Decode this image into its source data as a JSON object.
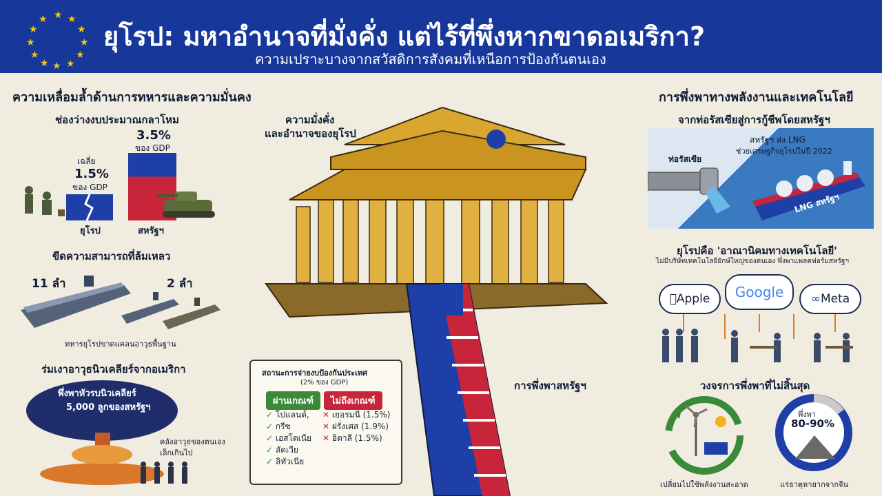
{
  "header": {
    "title": "ยุโรป: มหาอำนาจที่มั่งคั่ง แต่ไร้ที่พึ่งหากขาดอเมริกา?",
    "subtitle": "ความเปราะบางจากสวัสดิการสังคมที่เหนือการป้องกันตนเอง"
  },
  "left": {
    "section_title": "ความเหลื่อมล้ำด้านการทหารและความมั่นคง",
    "budget": {
      "title": "ช่องว่างงบประมาณกลาโหม",
      "europe_prefix": "เฉลี่ย",
      "europe_value": "1.5%",
      "europe_unit": "ของ GDP",
      "us_value": "3.5%",
      "us_unit": "ของ GDP",
      "europe_label": "ยุโรป",
      "us_label": "สหรัฐฯ"
    },
    "capability": {
      "title": "ขีดความสามารถที่ล้มเหลว",
      "us_count": "11 ลำ",
      "eu_count": "2 ลำ",
      "caption": "ทหารยุโรปขาดแคลนอาวุธพื้นฐาน"
    },
    "nuclear": {
      "title": "ร่มเงาอาวุธนิวเคลียร์จากอเมริกา",
      "cloud_text_1": "พึ่งพาหัวรบนิวเคลียร์",
      "cloud_text_2": "5,000 ลูกของสหรัฐฯ",
      "note_1": "คลังอาวุธของตนเอง",
      "note_2": "เล็กเกินไป"
    }
  },
  "center": {
    "wealth_1": "ความมั่งคั่ง",
    "wealth_2": "และอำนาจของยุโรป",
    "dependence": "การพึ่งพาสหรัฐฯ",
    "scroll": {
      "title": "สถานะการจ่ายงบป้องกันประเทศ",
      "subtitle": "(2% ของ GDP)",
      "pass_label": "ผ่านเกณฑ์",
      "fail_label": "ไม่ถึงเกณฑ์",
      "pass": [
        "โปแลนด์,",
        "กรีซ",
        "เอสโตเนีย",
        "ลัตเวีย",
        "ลิทัวเนีย"
      ],
      "fail": [
        "เยอรมนี (1.5%)",
        "ฝรั่งเศส (1.9%)",
        "อิตาลี (1.5%)"
      ]
    }
  },
  "right": {
    "section_title": "การพึ่งพาทางพลังงานและเทคโนโลยี",
    "energy": {
      "title": "จากท่อรัสเซียสู่การกู้ชีพโดยสหรัฐฯ",
      "pipe_label": "ท่อรัสเซีย",
      "lng_1": "สหรัฐฯ ส่ง LNG",
      "lng_2": "ช่วยเศรษฐกิจยุโรปในปี 2022",
      "ship_label": "LNG สหรัฐฯ"
    },
    "tech": {
      "title": "ยุโรปคือ 'อาณานิคมทางเทคโนโลยี'",
      "subtitle": "ไม่มีบริษัทเทคโนโลยียักษ์ใหญ่ของตนเอง พึ่งพาแพลตฟอร์มสหรัฐฯ",
      "apple": "Apple",
      "google": "Google",
      "meta": "Meta"
    },
    "cycle": {
      "title": "วงจรการพึ่งพาที่ไม่สิ้นสุด",
      "donut_1": "พึ่งพา",
      "donut_2": "80-90%",
      "left_caption": "เปลี่ยนไปใช้พลังงานสะอาด",
      "right_caption": "แร่ธาตุหายากจากจีน"
    }
  },
  "colors": {
    "navy": "#17389a",
    "red": "#c8243a",
    "gold": "#d9a730",
    "green": "#3a8a3a"
  }
}
